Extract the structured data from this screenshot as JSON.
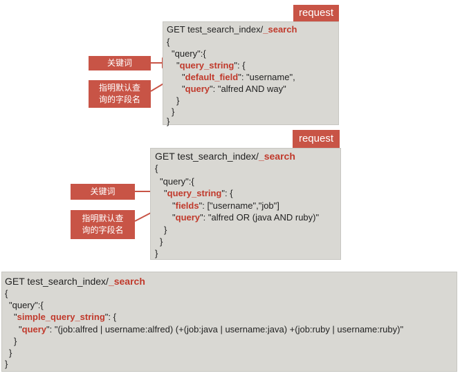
{
  "block1": {
    "tag": "request",
    "request_line": {
      "method": "GET",
      "path": "test_search_index/",
      "endpoint": "_search"
    },
    "lines": [
      "{",
      "\"query\":{",
      "}",
      "}",
      "}"
    ],
    "query_string_key": "query_string",
    "default_field_key": "default_field",
    "default_field_value": ": \"username\",",
    "query_key": "query",
    "query_value": ": \"alfred AND way\"",
    "labels": {
      "keyword": "关键词",
      "field_hint": "指明默认查询的字段名"
    }
  },
  "block2": {
    "tag": "request",
    "request_line": {
      "method": "GET",
      "path": "test_search_index/",
      "endpoint": "_search"
    },
    "lines": [
      "{",
      "\"query\":{",
      "}",
      "}",
      "}"
    ],
    "query_string_key": "query_string",
    "fields_key": "fields",
    "fields_value": ": [\"username\",\"job\"]",
    "query_key": "query",
    "query_value": ": \"alfred OR (java AND ruby)\"",
    "labels": {
      "keyword": "关键词",
      "field_hint": "指明默认查询的字段名"
    }
  },
  "block3": {
    "request_line": {
      "method": "GET",
      "path": "test_search_index/",
      "endpoint": "_search"
    },
    "lines": [
      "{",
      "\"query\":{",
      "}",
      "}",
      "}"
    ],
    "simple_query_string_key": "simple_query_string",
    "query_key": "query",
    "query_value": ": \"(job:alfred | username:alfred) (+(job:java | username:java) +(job:ruby | username:ruby)\""
  }
}
